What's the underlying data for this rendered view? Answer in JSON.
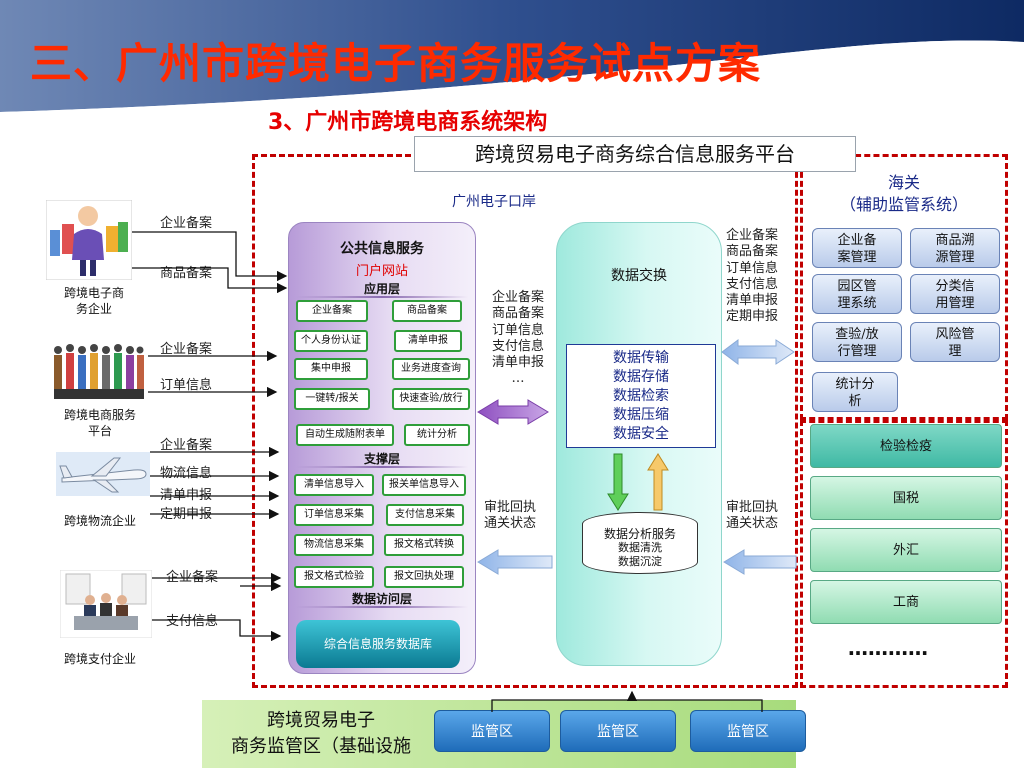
{
  "title": "三、广州市跨境电子商务服务试点方案",
  "subtitle": "3、广州市跨境电商系统架构",
  "platform_title": "跨境贸易电子商务综合信息服务平台",
  "port_label": "广州电子口岸",
  "customs": {
    "title_line1": "海关",
    "title_line2": "（辅助监管系统）",
    "boxes": [
      {
        "line1": "企业备",
        "line2": "案管理"
      },
      {
        "line1": "商品溯",
        "line2": "源管理"
      },
      {
        "line1": "园区管",
        "line2": "理系统"
      },
      {
        "line1": "分类信",
        "line2": "用管理"
      },
      {
        "line1": "查验/放",
        "line2": "行管理"
      },
      {
        "line1": "风险管",
        "line2": "理"
      },
      {
        "line1": "统计分",
        "line2": "析"
      }
    ]
  },
  "agencies": [
    "检验检疫",
    "国税",
    "外汇",
    "工商"
  ],
  "agencies_more": "…………",
  "entities": [
    {
      "label_line1": "跨境电子商",
      "label_line2": "务企业"
    },
    {
      "label_line1": "跨境电商服务",
      "label_line2": "平台"
    },
    {
      "label_line1": "跨境物流企业",
      "label_line2": ""
    },
    {
      "label_line1": "跨境支付企业",
      "label_line2": ""
    }
  ],
  "flows": {
    "ecom": [
      "企业备案",
      "商品备案"
    ],
    "service": [
      "企业备案",
      "订单信息"
    ],
    "logistics": [
      "企业备案",
      "物流信息",
      "清单申报",
      "定期申报"
    ],
    "payment": [
      "企业备案",
      "支付信息"
    ]
  },
  "public_service": {
    "title": "公共信息服务",
    "portal": "门户网站",
    "app_layer": "应用层",
    "app_items": [
      "企业备案",
      "商品备案",
      "个人身份认证",
      "清单申报",
      "集中申报",
      "业务进度查询",
      "一键转/报关",
      "快速查验/放行",
      "自动生成随附表单",
      "统计分析"
    ],
    "support_layer": "支撑层",
    "support_items": [
      "清单信息导入",
      "报关单信息导入",
      "订单信息采集",
      "支付信息采集",
      "物流信息采集",
      "报文格式转换",
      "报文格式检验",
      "报文回执处理"
    ],
    "access_layer": "数据访问层",
    "database": "综合信息服务数据库"
  },
  "exchange": {
    "title": "数据交换",
    "functions": [
      "数据传输",
      "数据存储",
      "数据检索",
      "数据压缩",
      "数据安全"
    ],
    "analysis_title": "数据分析服务",
    "analysis_items": [
      "数据清洗",
      "数据沉淀"
    ]
  },
  "middle_flow": [
    "企业备案",
    "商品备案",
    "订单信息",
    "支付信息",
    "清单申报",
    "…"
  ],
  "middle_return": [
    "审批回执",
    "通关状态"
  ],
  "right_flow": [
    "企业备案",
    "商品备案",
    "订单信息",
    "支付信息",
    "清单申报",
    "定期申报",
    "…"
  ],
  "right_return": [
    "审批回执",
    "通关状态"
  ],
  "bottom": {
    "line1": "跨境贸易电子",
    "line2": "商务监管区（基础设施",
    "zones": [
      "监管区",
      "监管区",
      "监管区"
    ]
  }
}
